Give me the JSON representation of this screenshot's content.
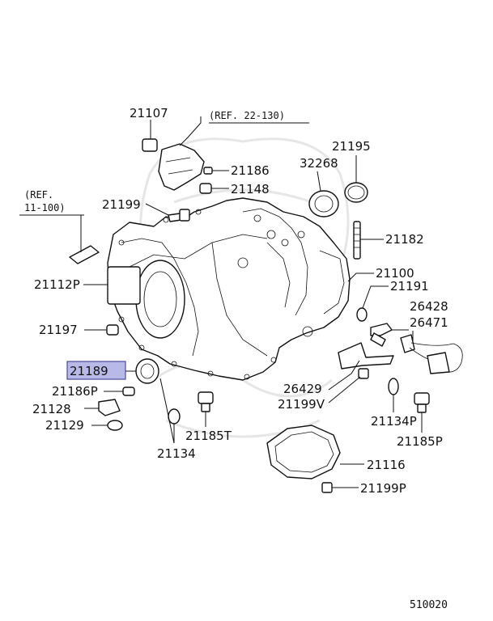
{
  "refs": {
    "ref_22_130": "(REF. 22-130)",
    "ref_11_100_line1": "(REF.",
    "ref_11_100_line2": "11-100)"
  },
  "callouts": {
    "p21107": "21107",
    "p21186": "21186",
    "p21148": "21148",
    "p21199": "21199",
    "p21195": "21195",
    "p32268": "32268",
    "p21182": "21182",
    "p21100": "21100",
    "p21112p": "21112P",
    "p21191": "21191",
    "p26428": "26428",
    "p26471": "26471",
    "p21197": "21197",
    "p21189": "21189",
    "p21186p": "21186P",
    "p21128": "21128",
    "p21129": "21129",
    "p26429": "26429",
    "p21199v": "21199V",
    "p21134p": "21134P",
    "p21185t": "21185T",
    "p21185p": "21185P",
    "p21134": "21134",
    "p21116": "21116",
    "p21199p": "21199P"
  },
  "highlight_part": "21189",
  "highlight_color": "#b9b9e8",
  "footer": {
    "diagram_code": "510020"
  }
}
